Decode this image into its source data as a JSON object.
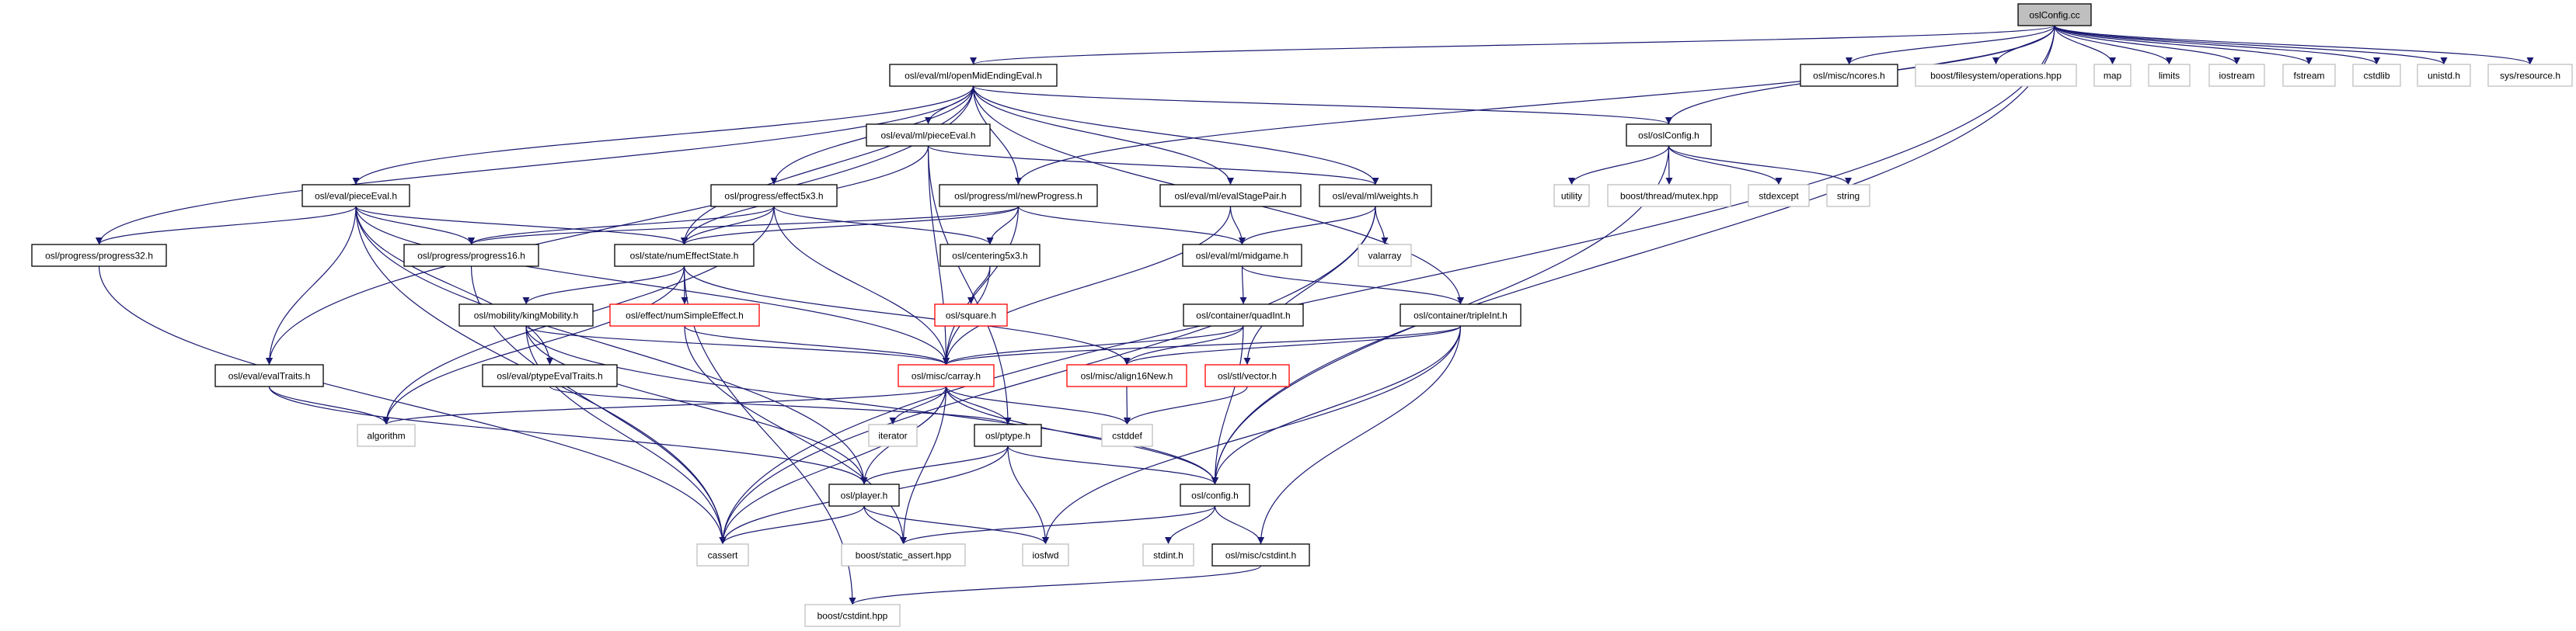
{
  "colors": {
    "edge": "#191970",
    "documented_border": "#000000",
    "external_border": "#bfbfbf",
    "truncated_border": "#ff0000",
    "root_fill": "#bfbfbf"
  },
  "nodes": [
    {
      "label": "oslConfig.cc",
      "kind": "root"
    },
    {
      "label": "osl/eval/ml/openMidEndingEval.h",
      "kind": "documented"
    },
    {
      "label": "osl/misc/ncores.h",
      "kind": "documented"
    },
    {
      "label": "boost/filesystem/operations.hpp",
      "kind": "external"
    },
    {
      "label": "map",
      "kind": "external"
    },
    {
      "label": "limits",
      "kind": "external"
    },
    {
      "label": "iostream",
      "kind": "external"
    },
    {
      "label": "fstream",
      "kind": "external"
    },
    {
      "label": "cstdlib",
      "kind": "external"
    },
    {
      "label": "unistd.h",
      "kind": "external"
    },
    {
      "label": "sys/resource.h",
      "kind": "external"
    },
    {
      "label": "osl/eval/ml/pieceEval.h",
      "kind": "documented"
    },
    {
      "label": "osl/oslConfig.h",
      "kind": "documented"
    },
    {
      "label": "osl/eval/pieceEval.h",
      "kind": "documented"
    },
    {
      "label": "osl/progress/effect5x3.h",
      "kind": "documented"
    },
    {
      "label": "osl/progress/ml/newProgress.h",
      "kind": "documented"
    },
    {
      "label": "osl/eval/ml/evalStagePair.h",
      "kind": "documented"
    },
    {
      "label": "osl/eval/ml/weights.h",
      "kind": "documented"
    },
    {
      "label": "utility",
      "kind": "external"
    },
    {
      "label": "boost/thread/mutex.hpp",
      "kind": "external"
    },
    {
      "label": "stdexcept",
      "kind": "external"
    },
    {
      "label": "string",
      "kind": "external"
    },
    {
      "label": "osl/progress/progress32.h",
      "kind": "documented"
    },
    {
      "label": "osl/progress/progress16.h",
      "kind": "documented"
    },
    {
      "label": "osl/state/numEffectState.h",
      "kind": "documented"
    },
    {
      "label": "osl/centering5x3.h",
      "kind": "documented"
    },
    {
      "label": "osl/eval/ml/midgame.h",
      "kind": "documented"
    },
    {
      "label": "valarray",
      "kind": "external"
    },
    {
      "label": "osl/mobility/kingMobility.h",
      "kind": "documented"
    },
    {
      "label": "osl/effect/numSimpleEffect.h",
      "kind": "truncated"
    },
    {
      "label": "osl/square.h",
      "kind": "truncated"
    },
    {
      "label": "osl/container/quadInt.h",
      "kind": "documented"
    },
    {
      "label": "osl/container/tripleInt.h",
      "kind": "documented"
    },
    {
      "label": "osl/eval/evalTraits.h",
      "kind": "documented"
    },
    {
      "label": "osl/eval/ptypeEvalTraits.h",
      "kind": "documented"
    },
    {
      "label": "osl/misc/carray.h",
      "kind": "truncated"
    },
    {
      "label": "osl/misc/align16New.h",
      "kind": "truncated"
    },
    {
      "label": "osl/stl/vector.h",
      "kind": "truncated"
    },
    {
      "label": "algorithm",
      "kind": "external"
    },
    {
      "label": "iterator",
      "kind": "external"
    },
    {
      "label": "osl/ptype.h",
      "kind": "documented"
    },
    {
      "label": "cstddef",
      "kind": "external"
    },
    {
      "label": "osl/player.h",
      "kind": "documented"
    },
    {
      "label": "osl/config.h",
      "kind": "documented"
    },
    {
      "label": "cassert",
      "kind": "external"
    },
    {
      "label": "boost/static_assert.hpp",
      "kind": "external"
    },
    {
      "label": "iosfwd",
      "kind": "external"
    },
    {
      "label": "stdint.h",
      "kind": "external"
    },
    {
      "label": "osl/misc/cstdint.h",
      "kind": "documented"
    },
    {
      "label": "boost/cstdint.hpp",
      "kind": "external"
    }
  ],
  "edges": [
    [
      "oslConfig.cc",
      "osl/eval/ml/openMidEndingEval.h"
    ],
    [
      "oslConfig.cc",
      "osl/misc/ncores.h"
    ],
    [
      "oslConfig.cc",
      "boost/filesystem/operations.hpp"
    ],
    [
      "oslConfig.cc",
      "map"
    ],
    [
      "oslConfig.cc",
      "limits"
    ],
    [
      "oslConfig.cc",
      "iostream"
    ],
    [
      "oslConfig.cc",
      "fstream"
    ],
    [
      "oslConfig.cc",
      "cstdlib"
    ],
    [
      "oslConfig.cc",
      "unistd.h"
    ],
    [
      "oslConfig.cc",
      "sys/resource.h"
    ],
    [
      "oslConfig.cc",
      "osl/oslConfig.h"
    ],
    [
      "oslConfig.cc",
      "osl/progress/ml/newProgress.h"
    ],
    [
      "oslConfig.cc",
      "osl/config.h"
    ],
    [
      "oslConfig.cc",
      "cassert"
    ],
    [
      "osl/eval/ml/openMidEndingEval.h",
      "osl/progress/progress32.h"
    ],
    [
      "osl/eval/ml/openMidEndingEval.h",
      "osl/eval/pieceEval.h"
    ],
    [
      "osl/eval/ml/openMidEndingEval.h",
      "osl/eval/evalTraits.h"
    ],
    [
      "osl/eval/ml/openMidEndingEval.h",
      "osl/state/numEffectState.h"
    ],
    [
      "osl/eval/ml/openMidEndingEval.h",
      "osl/progress/effect5x3.h"
    ],
    [
      "osl/eval/ml/openMidEndingEval.h",
      "osl/eval/ml/pieceEval.h"
    ],
    [
      "osl/eval/ml/openMidEndingEval.h",
      "osl/progress/ml/newProgress.h"
    ],
    [
      "osl/eval/ml/openMidEndingEval.h",
      "osl/eval/ml/evalStagePair.h"
    ],
    [
      "osl/eval/ml/openMidEndingEval.h",
      "osl/eval/ml/weights.h"
    ],
    [
      "osl/eval/ml/openMidEndingEval.h",
      "osl/container/tripleInt.h"
    ],
    [
      "osl/eval/ml/openMidEndingEval.h",
      "osl/oslConfig.h"
    ],
    [
      "osl/eval/ml/pieceEval.h",
      "osl/state/numEffectState.h"
    ],
    [
      "osl/eval/ml/pieceEval.h",
      "osl/misc/carray.h"
    ],
    [
      "osl/eval/ml/pieceEval.h",
      "osl/ptype.h"
    ],
    [
      "osl/eval/ml/pieceEval.h",
      "osl/eval/ml/weights.h"
    ],
    [
      "osl/oslConfig.h",
      "utility"
    ],
    [
      "osl/oslConfig.h",
      "boost/thread/mutex.hpp"
    ],
    [
      "osl/oslConfig.h",
      "stdexcept"
    ],
    [
      "osl/oslConfig.h",
      "string"
    ],
    [
      "osl/oslConfig.h",
      "osl/config.h"
    ],
    [
      "osl/eval/pieceEval.h",
      "osl/progress/progress32.h"
    ],
    [
      "osl/eval/pieceEval.h",
      "osl/progress/progress16.h"
    ],
    [
      "osl/eval/pieceEval.h",
      "osl/state/numEffectState.h"
    ],
    [
      "osl/eval/pieceEval.h",
      "osl/eval/evalTraits.h"
    ],
    [
      "osl/eval/pieceEval.h",
      "osl/eval/ptypeEvalTraits.h"
    ],
    [
      "osl/eval/pieceEval.h",
      "osl/misc/carray.h"
    ],
    [
      "osl/eval/pieceEval.h",
      "cassert"
    ],
    [
      "osl/eval/pieceEval.h",
      "osl/player.h"
    ],
    [
      "osl/progress/effect5x3.h",
      "osl/progress/progress16.h"
    ],
    [
      "osl/progress/effect5x3.h",
      "osl/state/numEffectState.h"
    ],
    [
      "osl/progress/effect5x3.h",
      "osl/centering5x3.h"
    ],
    [
      "osl/progress/effect5x3.h",
      "osl/misc/carray.h"
    ],
    [
      "osl/progress/effect5x3.h",
      "algorithm"
    ],
    [
      "osl/progress/ml/newProgress.h",
      "osl/progress/progress16.h"
    ],
    [
      "osl/progress/ml/newProgress.h",
      "osl/state/numEffectState.h"
    ],
    [
      "osl/progress/ml/newProgress.h",
      "osl/centering5x3.h"
    ],
    [
      "osl/progress/ml/newProgress.h",
      "osl/eval/ml/midgame.h"
    ],
    [
      "osl/progress/ml/newProgress.h",
      "osl/misc/carray.h"
    ],
    [
      "osl/eval/ml/evalStagePair.h",
      "osl/eval/ml/midgame.h"
    ],
    [
      "osl/eval/ml/evalStagePair.h",
      "osl/misc/carray.h"
    ],
    [
      "osl/eval/ml/weights.h",
      "osl/eval/ml/midgame.h"
    ],
    [
      "osl/eval/ml/weights.h",
      "valarray"
    ],
    [
      "osl/eval/ml/weights.h",
      "osl/stl/vector.h"
    ],
    [
      "osl/eval/ml/weights.h",
      "cassert"
    ],
    [
      "osl/centering5x3.h",
      "osl/square.h"
    ],
    [
      "osl/centering5x3.h",
      "osl/misc/carray.h"
    ],
    [
      "osl/eval/ml/midgame.h",
      "osl/container/quadInt.h"
    ],
    [
      "osl/eval/ml/midgame.h",
      "osl/container/tripleInt.h"
    ],
    [
      "osl/container/quadInt.h",
      "osl/misc/carray.h"
    ],
    [
      "osl/container/quadInt.h",
      "osl/misc/align16New.h"
    ],
    [
      "osl/container/quadInt.h",
      "osl/config.h"
    ],
    [
      "osl/container/tripleInt.h",
      "osl/misc/carray.h"
    ],
    [
      "osl/container/tripleInt.h",
      "osl/misc/align16New.h"
    ],
    [
      "osl/container/tripleInt.h",
      "osl/config.h"
    ],
    [
      "osl/container/tripleInt.h",
      "iosfwd"
    ],
    [
      "osl/container/tripleInt.h",
      "osl/misc/cstdint.h"
    ],
    [
      "osl/state/numEffectState.h",
      "osl/mobility/kingMobility.h"
    ],
    [
      "osl/state/numEffectState.h",
      "osl/effect/numSimpleEffect.h"
    ],
    [
      "osl/state/numEffectState.h",
      "osl/misc/align16New.h"
    ],
    [
      "osl/state/numEffectState.h",
      "algorithm"
    ],
    [
      "osl/state/numEffectState.h",
      "boost/cstdint.hpp"
    ],
    [
      "osl/mobility/kingMobility.h",
      "osl/misc/carray.h"
    ],
    [
      "osl/mobility/kingMobility.h",
      "osl/player.h"
    ],
    [
      "osl/mobility/kingMobility.h",
      "cassert"
    ],
    [
      "osl/mobility/kingMobility.h",
      "osl/config.h"
    ],
    [
      "osl/effect/numSimpleEffect.h",
      "osl/misc/carray.h"
    ],
    [
      "osl/effect/numSimpleEffect.h",
      "boost/static_assert.hpp"
    ],
    [
      "osl/eval/evalTraits.h",
      "algorithm"
    ],
    [
      "osl/eval/evalTraits.h",
      "osl/player.h"
    ],
    [
      "osl/eval/ptypeEvalTraits.h",
      "osl/ptype.h"
    ],
    [
      "osl/progress/progress16.h",
      "cassert"
    ],
    [
      "osl/progress/progress32.h",
      "cassert"
    ],
    [
      "osl/misc/carray.h",
      "algorithm"
    ],
    [
      "osl/misc/carray.h",
      "iterator"
    ],
    [
      "osl/misc/carray.h",
      "osl/ptype.h"
    ],
    [
      "osl/misc/carray.h",
      "osl/player.h"
    ],
    [
      "osl/misc/carray.h",
      "cassert"
    ],
    [
      "osl/misc/carray.h",
      "cstddef"
    ],
    [
      "osl/misc/carray.h",
      "osl/config.h"
    ],
    [
      "osl/misc/carray.h",
      "boost/static_assert.hpp"
    ],
    [
      "osl/misc/align16New.h",
      "cstddef"
    ],
    [
      "osl/stl/vector.h",
      "cstddef"
    ],
    [
      "osl/ptype.h",
      "osl/player.h"
    ],
    [
      "osl/ptype.h",
      "cassert"
    ],
    [
      "osl/ptype.h",
      "iosfwd"
    ],
    [
      "osl/ptype.h",
      "osl/config.h"
    ],
    [
      "osl/player.h",
      "cassert"
    ],
    [
      "osl/player.h",
      "boost/static_assert.hpp"
    ],
    [
      "osl/player.h",
      "iosfwd"
    ],
    [
      "osl/config.h",
      "boost/static_assert.hpp"
    ],
    [
      "osl/config.h",
      "stdint.h"
    ],
    [
      "osl/config.h",
      "osl/misc/cstdint.h"
    ],
    [
      "osl/misc/cstdint.h",
      "boost/cstdint.hpp"
    ]
  ]
}
